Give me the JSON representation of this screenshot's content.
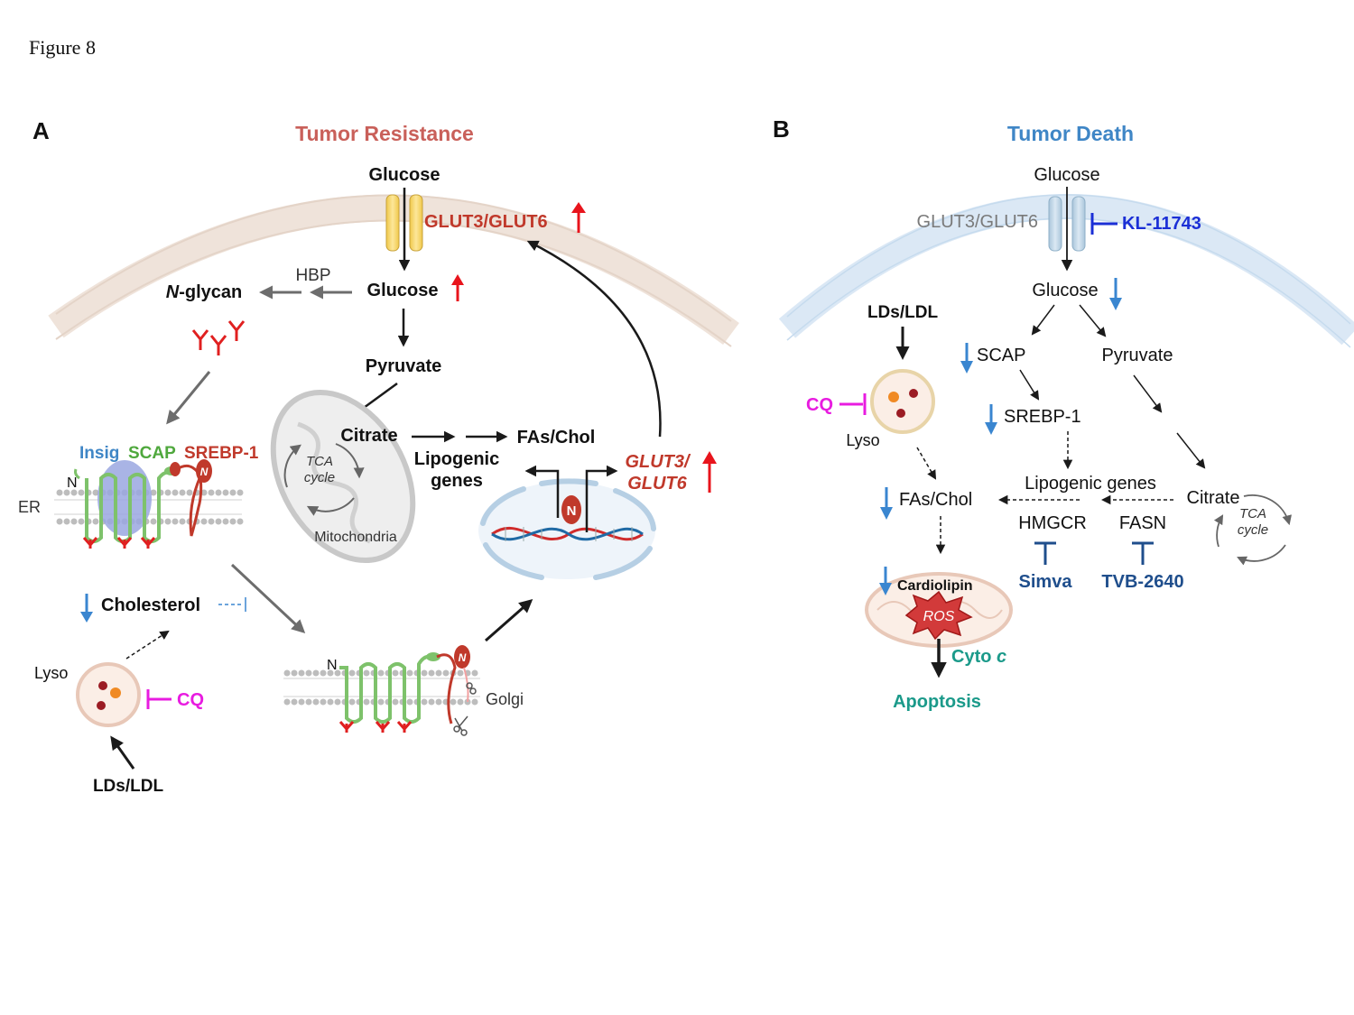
{
  "figure_label": "Figure 8",
  "colors": {
    "red": "#c0392b",
    "bright_red": "#e8141c",
    "blue_title": "#3f86c6",
    "blue_arrow": "#3a86d0",
    "dark_blue": "#1f4e8c",
    "inhibitor_blue": "#1b2fd6",
    "magenta": "#e81ce0",
    "green": "#4fa83d",
    "teal": "#1b9a8a",
    "grey_arrow": "#6d6d6d",
    "membrane_beige": "#efe3da",
    "membrane_blue": "#d9e7f5"
  },
  "panel_a": {
    "letter": "A",
    "title": "Tumor Resistance",
    "glucose_out": "Glucose",
    "transporter": "GLUT3/GLUT6",
    "hbp": "HBP",
    "nglycan_prefix": "N",
    "nglycan_suffix": "-glycan",
    "glucose_in": "Glucose",
    "pyruvate": "Pyruvate",
    "citrate": "Citrate",
    "tca_line1": "TCA",
    "tca_line2": "cycle",
    "mitochondria": "Mitochondria",
    "fas_chol": "FAs/Chol",
    "lipogenic_line1": "Lipogenic",
    "lipogenic_line2": "genes",
    "glut3_line1": "GLUT3/",
    "glut3_line2": "GLUT6",
    "insig": "Insig",
    "scap": "SCAP",
    "srebp": "SREBP-1",
    "er": "ER",
    "n_terminal_er": "N",
    "n_terminal_golgi": "N",
    "nucleus_n": "N",
    "srebp_n": "N",
    "cholesterol": "Cholesterol",
    "lyso": "Lyso",
    "cq": "CQ",
    "lds_ldl": "LDs/LDL",
    "golgi": "Golgi"
  },
  "panel_b": {
    "letter": "B",
    "title": "Tumor Death",
    "glucose_out": "Glucose",
    "transporter": "GLUT3/GLUT6",
    "inhibitor": "KL-11743",
    "glucose_in": "Glucose",
    "lds_ldl": "LDs/LDL",
    "scap": "SCAP",
    "pyruvate": "Pyruvate",
    "cq": "CQ",
    "lyso": "Lyso",
    "srebp": "SREBP-1",
    "lipogenic": "Lipogenic genes",
    "fas_chol": "FAs/Chol",
    "citrate": "Citrate",
    "tca_line1": "TCA",
    "tca_line2": "cycle",
    "hmgcr": "HMGCR",
    "fasn": "FASN",
    "simva": "Simva",
    "tvb": "TVB-2640",
    "cardiolipin": "Cardiolipin",
    "ros": "ROS",
    "cyto_prefix": "Cyto ",
    "cyto_suffix": "c",
    "apoptosis": "Apoptosis"
  }
}
